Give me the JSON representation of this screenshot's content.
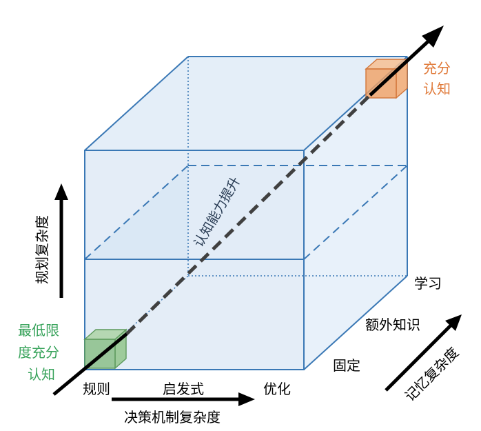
{
  "labels": {
    "full_cognition_line1": "充分",
    "full_cognition_line2": "认知",
    "min_cognition_line1": "最低限",
    "min_cognition_line2": "度充分",
    "min_cognition_line3": "认知",
    "cognition_improvement": "认知能力提升",
    "planning_complexity": "规划复杂度",
    "decision_complexity": "决策机制复杂度",
    "memory_complexity": "记忆复杂度",
    "decision_rule": "规则",
    "decision_heuristic": "启发式",
    "decision_optimize": "优化",
    "memory_fixed": "固定",
    "memory_extra": "额外知识",
    "memory_learn": "学习"
  },
  "colors": {
    "cube_fill": "#eaf2fa",
    "cube_top": "#e4eef8",
    "cube_edge": "#3a78b5",
    "green_box": "#6fae6f",
    "orange_box": "#ef9a5a",
    "arrow": "#000000",
    "diagonal_dash": "#404040"
  }
}
